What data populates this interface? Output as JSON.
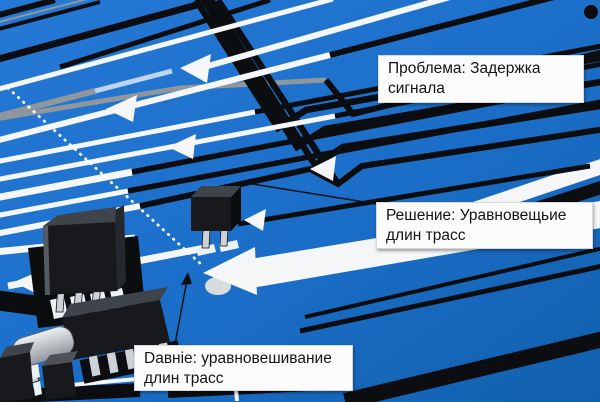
{
  "callouts": {
    "problem": "Проблема: Задержка сигнала",
    "solution": "Решение: Уравновещьие длин трасс",
    "data": "Daвніе: уравновешивание длин трасс"
  },
  "colors": {
    "board_blue_top": "#2579d6",
    "board_blue_bottom": "#1160ae",
    "trace_black": "#0b0d10",
    "trace_white": "#f4f6f8",
    "trace_gray": "#8f969c",
    "component_body": "#17191c",
    "component_top": "#3f444b",
    "pin_silver": "#cdd2d6",
    "pad_white": "#eef1f3",
    "callout_bg": "#fcfcfc",
    "callout_border": "#d9d9d9",
    "callout_text": "#141414"
  },
  "icons": {
    "signal_arrow": "left-pointing white arrowhead on trace",
    "solution_arrow": "large white left arrow",
    "via": "black dot",
    "dotted_guide": "white dotted diagonal line"
  }
}
